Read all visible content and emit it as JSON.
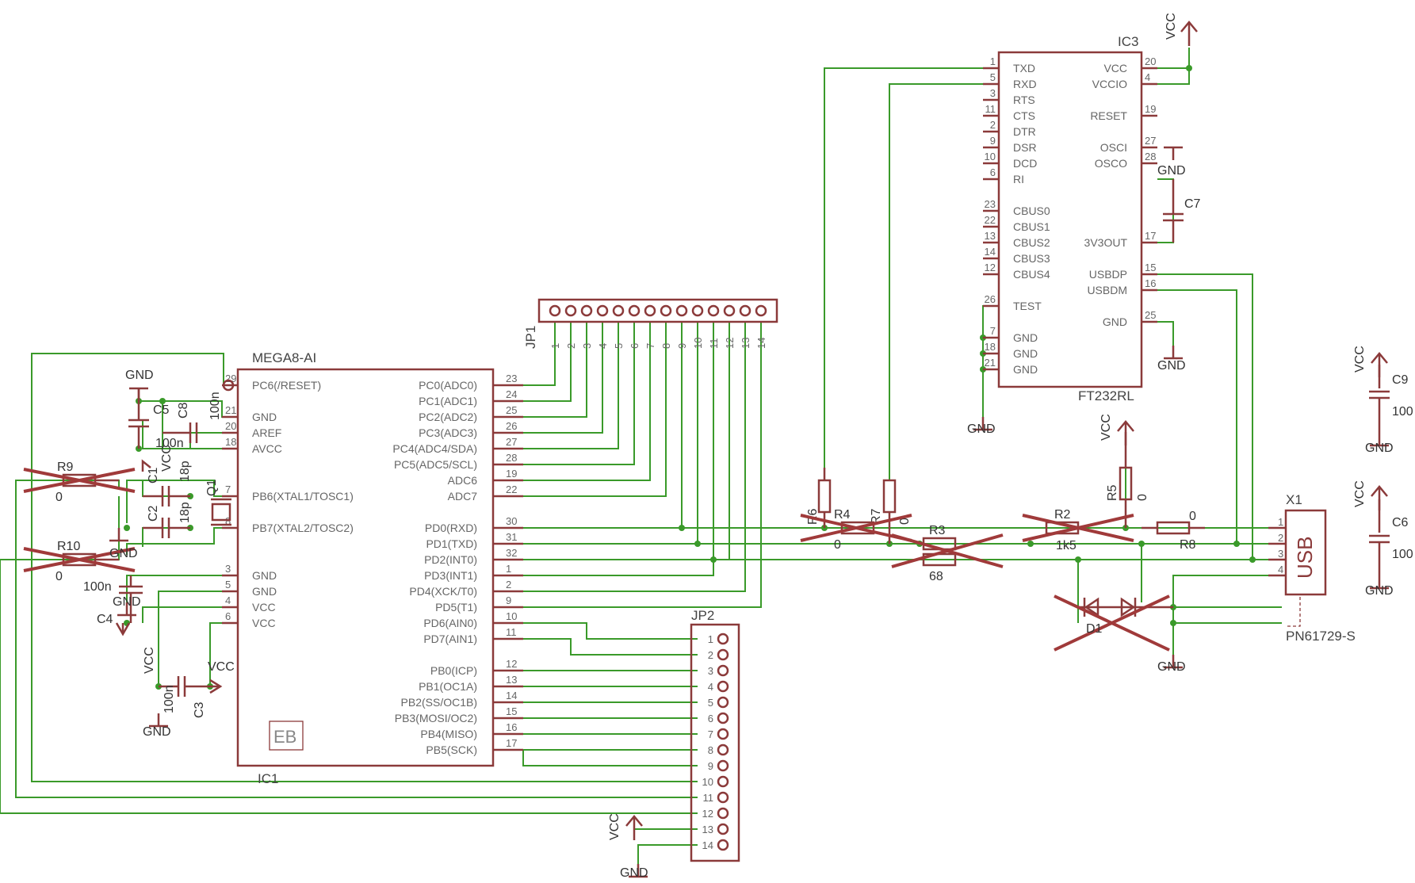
{
  "ic1": {
    "title": "MEGA8-AI",
    "ref": "IC1",
    "logo": "EB",
    "left_pins": [
      {
        "name": "PC6(/RESET)",
        "num": "29"
      },
      {
        "name": "GND",
        "num": "21"
      },
      {
        "name": "AREF",
        "num": "20"
      },
      {
        "name": "AVCC",
        "num": "18"
      },
      {
        "name": "PB6(XTAL1/TOSC1)",
        "num": "7"
      },
      {
        "name": "PB7(XTAL2/TOSC2)",
        "num": "8"
      },
      {
        "name": "GND",
        "num": "3"
      },
      {
        "name": "GND",
        "num": "5"
      },
      {
        "name": "VCC",
        "num": "4"
      },
      {
        "name": "VCC",
        "num": "6"
      }
    ],
    "right_pins": [
      {
        "name": "PC0(ADC0)",
        "num": "23"
      },
      {
        "name": "PC1(ADC1)",
        "num": "24"
      },
      {
        "name": "PC2(ADC2)",
        "num": "25"
      },
      {
        "name": "PC3(ADC3)",
        "num": "26"
      },
      {
        "name": "PC4(ADC4/SDA)",
        "num": "27"
      },
      {
        "name": "PC5(ADC5/SCL)",
        "num": "28"
      },
      {
        "name": "ADC6",
        "num": "19"
      },
      {
        "name": "ADC7",
        "num": "22"
      },
      {
        "name": "PD0(RXD)",
        "num": "30"
      },
      {
        "name": "PD1(TXD)",
        "num": "31"
      },
      {
        "name": "PD2(INT0)",
        "num": "32"
      },
      {
        "name": "PD3(INT1)",
        "num": "1"
      },
      {
        "name": "PD4(XCK/T0)",
        "num": "2"
      },
      {
        "name": "PD5(T1)",
        "num": "9"
      },
      {
        "name": "PD6(AIN0)",
        "num": "10"
      },
      {
        "name": "PD7(AIN1)",
        "num": "11"
      },
      {
        "name": "PB0(ICP)",
        "num": "12"
      },
      {
        "name": "PB1(OC1A)",
        "num": "13"
      },
      {
        "name": "PB2(SS/OC1B)",
        "num": "14"
      },
      {
        "name": "PB3(MOSI/OC2)",
        "num": "15"
      },
      {
        "name": "PB4(MISO)",
        "num": "16"
      },
      {
        "name": "PB5(SCK)",
        "num": "17"
      }
    ]
  },
  "ic3": {
    "ref": "IC3",
    "value": "FT232RL",
    "left_pins": [
      {
        "name": "TXD",
        "num": "1"
      },
      {
        "name": "RXD",
        "num": "5"
      },
      {
        "name": "RTS",
        "num": "3"
      },
      {
        "name": "CTS",
        "num": "11"
      },
      {
        "name": "DTR",
        "num": "2"
      },
      {
        "name": "DSR",
        "num": "9"
      },
      {
        "name": "DCD",
        "num": "10"
      },
      {
        "name": "RI",
        "num": "6"
      },
      {
        "name": "CBUS0",
        "num": "23"
      },
      {
        "name": "CBUS1",
        "num": "22"
      },
      {
        "name": "CBUS2",
        "num": "13"
      },
      {
        "name": "CBUS3",
        "num": "14"
      },
      {
        "name": "CBUS4",
        "num": "12"
      },
      {
        "name": "TEST",
        "num": "26"
      },
      {
        "name": "GND",
        "num": "7"
      },
      {
        "name": "GND",
        "num": "18"
      },
      {
        "name": "GND",
        "num": "21"
      }
    ],
    "right_pins": [
      {
        "name": "VCC",
        "num": "20"
      },
      {
        "name": "VCCIO",
        "num": "4"
      },
      {
        "name": "RESET",
        "num": "19"
      },
      {
        "name": "OSCI",
        "num": "27"
      },
      {
        "name": "OSCO",
        "num": "28"
      },
      {
        "name": "3V3OUT",
        "num": "17"
      },
      {
        "name": "USBDP",
        "num": "15"
      },
      {
        "name": "USBDM",
        "num": "16"
      },
      {
        "name": "GND",
        "num": "25"
      }
    ]
  },
  "jp1": {
    "ref": "JP1",
    "pins": [
      "1",
      "2",
      "3",
      "4",
      "5",
      "6",
      "7",
      "8",
      "9",
      "10",
      "11",
      "12",
      "13",
      "14"
    ]
  },
  "jp2": {
    "ref": "JP2",
    "pins": [
      "1",
      "2",
      "3",
      "4",
      "5",
      "6",
      "7",
      "8",
      "9",
      "10",
      "11",
      "12",
      "13",
      "14"
    ]
  },
  "x1": {
    "ref": "X1",
    "part": "PN61729-S",
    "label": "USB",
    "pins": [
      "1",
      "2",
      "3",
      "4"
    ]
  },
  "components": {
    "c1": {
      "ref": "C1",
      "value": "18p"
    },
    "c2": {
      "ref": "C2",
      "value": "18p"
    },
    "c3": {
      "ref": "C3",
      "value": "100n"
    },
    "c4": {
      "ref": "C4",
      "value": "100n"
    },
    "c5": {
      "ref": "C5",
      "value": "100n"
    },
    "c6": {
      "ref": "C6",
      "value": "100"
    },
    "c7": {
      "ref": "C7"
    },
    "c8": {
      "ref": "C8",
      "value": "100n"
    },
    "c9": {
      "ref": "C9",
      "value": "100"
    },
    "q1": {
      "ref": "Q1"
    },
    "r2": {
      "ref": "R2",
      "value": "1k5"
    },
    "r3": {
      "ref": "R3",
      "value": "68"
    },
    "r4": {
      "ref": "R4",
      "value": "0"
    },
    "r5": {
      "ref": "R5",
      "value": "0"
    },
    "r6": {
      "ref": "R6"
    },
    "r7": {
      "ref": "R7",
      "value": "0"
    },
    "r8": {
      "ref": "R8",
      "value": "0"
    },
    "r9": {
      "ref": "R9",
      "value": "0"
    },
    "r10": {
      "ref": "R10",
      "value": "0"
    },
    "d1": {
      "ref": "D1"
    }
  },
  "power": {
    "vcc": "VCC",
    "gnd": "GND"
  }
}
